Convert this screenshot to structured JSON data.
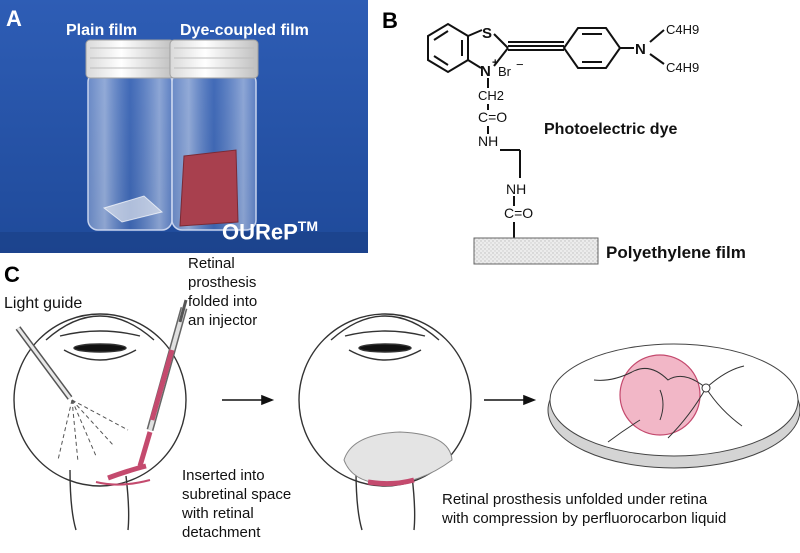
{
  "panel_a": {
    "letter": "A",
    "plain_label": "Plain film",
    "dye_label": "Dye-coupled film",
    "brand": "OUReP",
    "brand_tm": "TM",
    "colors": {
      "background": "#2a55a8",
      "dye_film": "#a8404e"
    }
  },
  "panel_b": {
    "letter": "B",
    "atom_s": "S",
    "atom_n_plus": "N",
    "plus": "+",
    "bromide": "Br",
    "minus": "−",
    "atom_n": "N",
    "butyl_1": "C4H9",
    "butyl_2": "C4H9",
    "ch2": "CH2",
    "co_1": "C=O",
    "nh_1": "NH",
    "nh_2": "NH",
    "co_2": "C=O",
    "dye_label": "Photoelectric dye",
    "film_label": "Polyethylene film"
  },
  "panel_c": {
    "letter": "C",
    "light_guide": "Light guide",
    "folded_lines": [
      "Retinal",
      "prosthesis",
      "folded into",
      "an injector"
    ],
    "inserted_lines": [
      "Inserted into",
      "subretinal space",
      "with retinal",
      "detachment"
    ],
    "unfolded_lines": [
      "Retinal prosthesis unfolded under retina",
      "with compression by perfluorocarbon liquid"
    ],
    "colors": {
      "prosthesis": "#c44a6e",
      "prosthesis_light": "#f2b7c7"
    }
  }
}
